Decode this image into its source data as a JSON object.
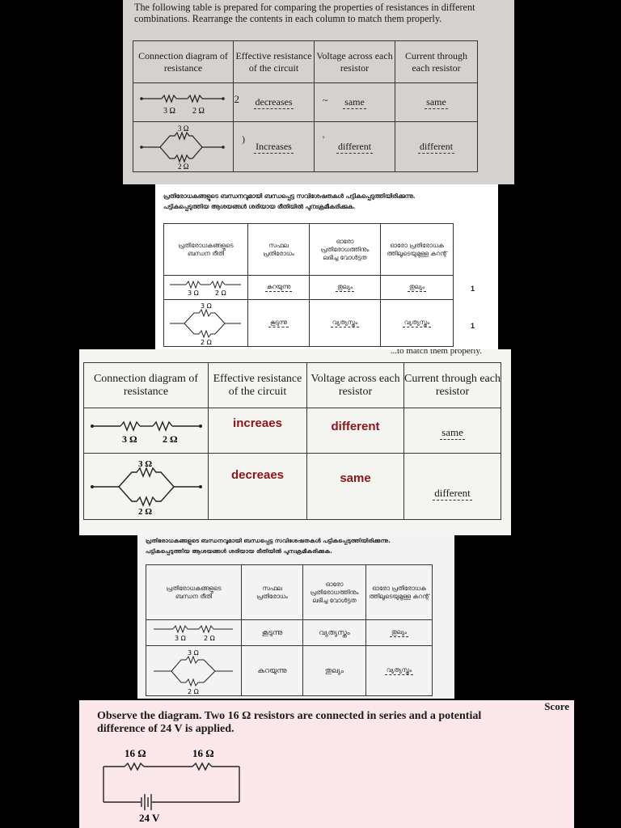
{
  "panel1": {
    "intro_line1": "The following table is prepared for comparing the properties of resistances in different",
    "intro_line2": "combinations. Rearrange the contents in each column to match them properly.",
    "headers": [
      "Connection diagram of resistance",
      "Effective resistance of the circuit",
      "Voltage across each resistor",
      "Current through each resistor"
    ],
    "rows": [
      {
        "r1": "3 Ω",
        "r2": "2 Ω",
        "mark": "2",
        "effective": "decreases",
        "mark2": "~",
        "voltage": "same",
        "current": "same"
      },
      {
        "r1": "3 Ω",
        "r2": "2 Ω",
        "mark": ")",
        "effective": "Increases",
        "mark2": "'",
        "voltage": "different",
        "current": "different"
      }
    ]
  },
  "panel2": {
    "intro_line1": "പ്രതിരോധകങ്ങളുടെ ബന്ധനവുമായി ബന്ധപ്പെട്ട സവിശേഷതകൾ പട്ടികപ്പെടുത്തിയിരിക്കുന്നു.",
    "intro_line2": "പട്ടികപ്പെടുത്തിയ ആശയങ്ങൾ ശരിയായ രീതിയിൽ പുനഃക്രമീകരിക്കുക.",
    "headers": [
      "പ്രതിരോധകങ്ങളുടെ ബന്ധന രീതി",
      "സഫല പ്രതിരോധം",
      "ഓരോ പ്രതിരോധത്തിനും ലഭിച്ച വോൾട്ടത",
      "ഓരോ പ്രതിരോധക ത്തിലൂടെയുമുള്ള കറന്റ്"
    ],
    "rows": [
      {
        "r1": "3 Ω",
        "r2": "2 Ω",
        "effective": "കുറയുന്നു",
        "voltage": "തുല്യം",
        "current": "തുല്യം",
        "side": "1"
      },
      {
        "r1": "3 Ω",
        "r2": "2 Ω",
        "effective": "കൂടുന്നു",
        "voltage": "വ്യത്യസ്തം",
        "current": "വ്യത്യസ്തം",
        "side": "1"
      }
    ]
  },
  "panel3": {
    "top_cut": "...to match them properly.",
    "headers": [
      "Connection diagram of resistance",
      "Effective resistance of the circuit",
      "Voltage across each resistor",
      "Current through each resistor"
    ],
    "rows": [
      {
        "r1": "3 Ω",
        "r2": "2 Ω",
        "effective": "increaes",
        "voltage": "different",
        "current": "same"
      },
      {
        "r1": "3 Ω",
        "r2": "2 Ω",
        "effective": "decreaes",
        "voltage": "same",
        "current": "different"
      }
    ]
  },
  "panel4": {
    "intro_line1": "പ്രതിരോധകങ്ങളുടെ ബന്ധനവുമായി ബന്ധപ്പെട്ട സവിശേഷതകൾ പട്ടികപ്പെടുത്തിയിരിക്കുന്നു.",
    "intro_line2": "പട്ടികപ്പെടുത്തിയ ആശയങ്ങൾ ശരിയായ രീതിയിൽ പുനഃക്രമീകരിക്കുക.",
    "headers": [
      "പ്രതിരോധകങ്ങളുടെ ബന്ധന രീതി",
      "സഫല പ്രതിരോധം",
      "ഓരോ പ്രതിരോധത്തിനും ലഭിച്ച വോൾട്ടത",
      "ഓരോ പ്രതിരോധക ത്തിലൂടെയുമുള്ള കറന്റ്"
    ],
    "rows": [
      {
        "r1": "3 Ω",
        "r2": "2 Ω",
        "effective": "കൂടുന്നു",
        "voltage": "വ്യത്യസ്തം",
        "current": "തുല്യം"
      },
      {
        "r1": "3 Ω",
        "r2": "2 Ω",
        "effective": "കറയുന്നു",
        "voltage": "തുല്യം",
        "current": "വ്യത്യസ്തം"
      }
    ]
  },
  "panel5": {
    "score": "Score",
    "line1": "Observe the diagram.  Two 16 Ω resistors are connected in series and a potential",
    "line2": "difference of 24 V is applied.",
    "r1": "16 Ω",
    "r2": "16 Ω",
    "battery": "24 V"
  },
  "colors": {
    "panel1_bg": "#d4d1cf",
    "panel2_bg": "#ffffff",
    "panel3_bg": "#f4f4f1",
    "panel4_bg": "#f3f3f3",
    "panel5_bg": "#fbe6ea",
    "answer_red": "#8a1518",
    "side_bg": "#d8d8d8"
  }
}
